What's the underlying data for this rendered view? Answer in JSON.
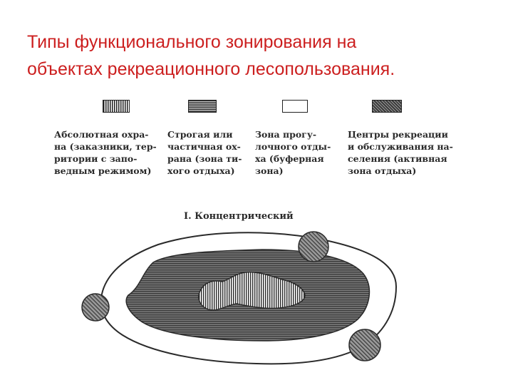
{
  "title": {
    "lines": [
      "Типы функционального зонирования на",
      "объектах рекреационного  лесопользования."
    ]
  },
  "legend": [
    {
      "pattern": "vertical-stripes",
      "lines": [
        "Абсолютная охра-",
        "на (заказники, тер-",
        "ритории с запо-",
        "ведным режимом)"
      ]
    },
    {
      "pattern": "horizontal-stripes",
      "lines": [
        "Строгая или",
        "частичная ох-",
        "рана (зона ти-",
        "хого отдыха)"
      ]
    },
    {
      "pattern": "blank",
      "lines": [
        "Зона прогу-",
        "лочного отды-",
        "ха (буферная",
        "зона)"
      ]
    },
    {
      "pattern": "crosshatch",
      "lines": [
        "Центры рекреации",
        "и обслуживания на-",
        "селения (активная",
        "зона отдыха)"
      ]
    }
  ],
  "section_title": "I. Концентрический",
  "colors": {
    "title": "#cc1f1f",
    "ink": "#222222",
    "zone_fill": "#6e6e6e"
  }
}
